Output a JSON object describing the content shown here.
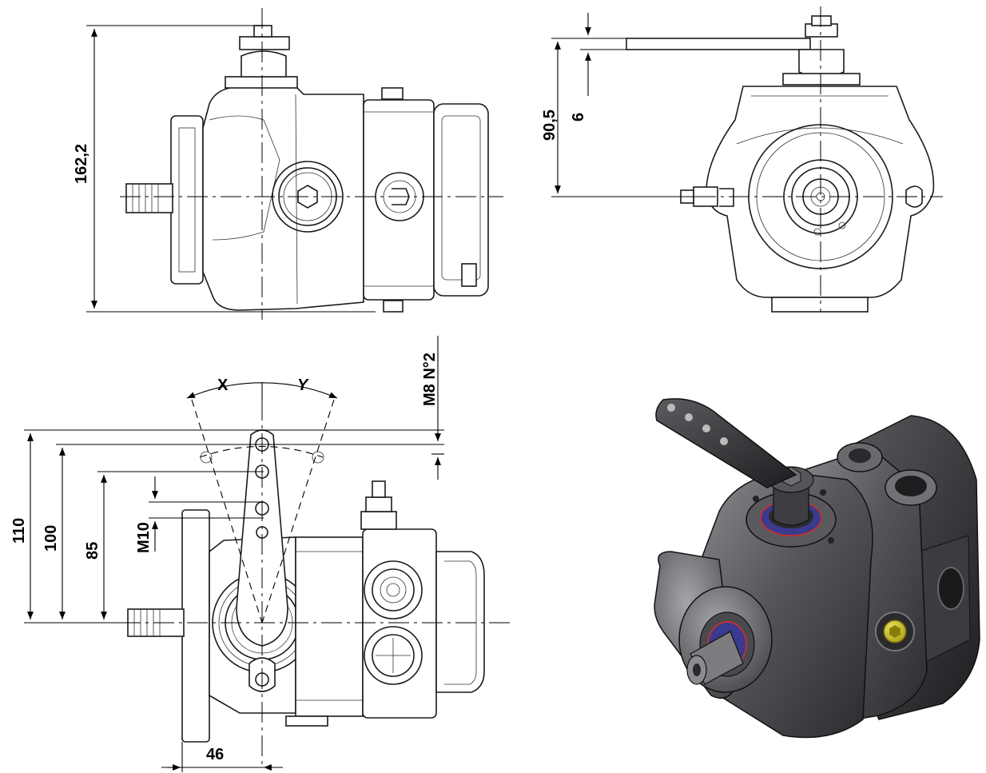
{
  "dimensions": {
    "overall_height": "162,2",
    "lever_offset": "90,5",
    "lever_thickness": "6",
    "hole_1": "110",
    "hole_2": "100",
    "hole_3": "85",
    "thread": "M10",
    "thread_count": "M8 N°2",
    "shaft_offset": "46"
  },
  "angles": {
    "left": "X",
    "right": "Y"
  },
  "colors": {
    "line": "#1a1a1a",
    "render_body": "#4a4a4c",
    "render_dark": "#2a2a2c",
    "plug": "#d8c91e"
  }
}
